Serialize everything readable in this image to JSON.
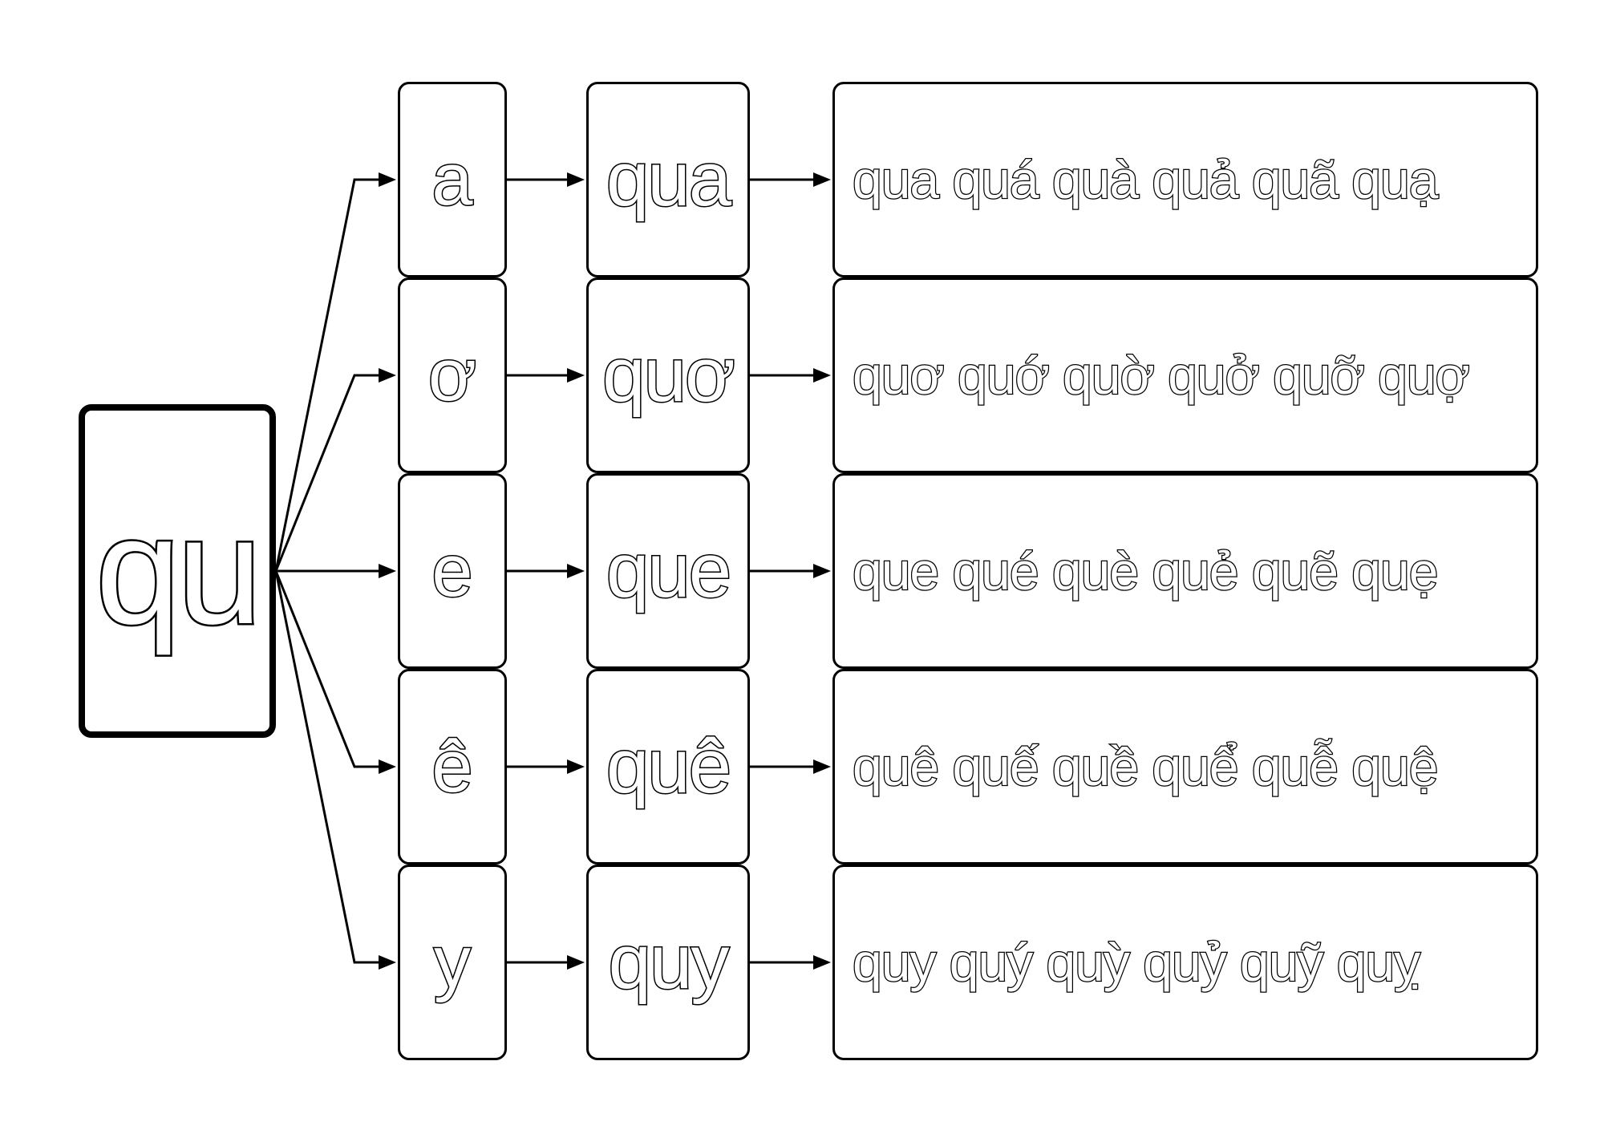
{
  "root": {
    "label": "qu"
  },
  "rows": [
    {
      "vowel": "a",
      "syllable": "qua",
      "tones": "qua quá quà quả quã quạ"
    },
    {
      "vowel": "ơ",
      "syllable": "quơ",
      "tones": "quơ quớ quờ quở quỡ quợ"
    },
    {
      "vowel": "e",
      "syllable": "que",
      "tones": "que qué què quẻ quẽ quẹ"
    },
    {
      "vowel": "ê",
      "syllable": "quê",
      "tones": "quê quế quề quể quễ quệ"
    },
    {
      "vowel": "y",
      "syllable": "quy",
      "tones": "quy quý quỳ quỷ quỹ quỵ"
    }
  ],
  "colors": {
    "stroke": "#000000",
    "fill": "#ffffff"
  }
}
